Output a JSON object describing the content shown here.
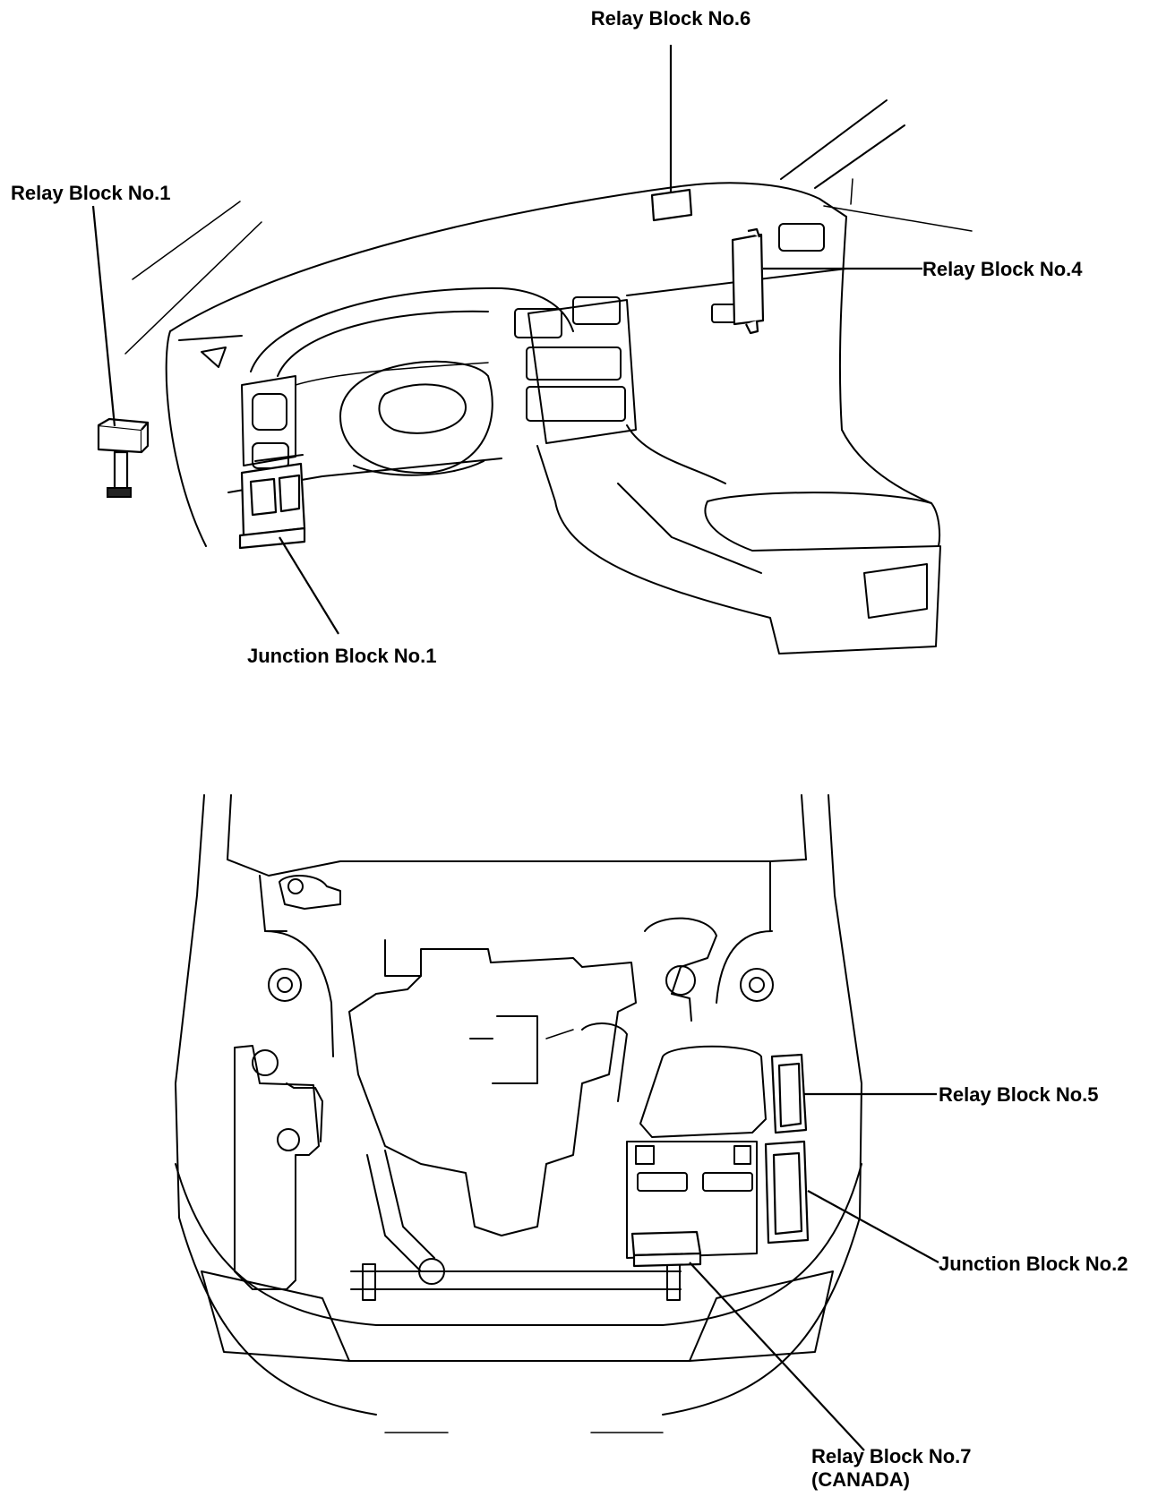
{
  "labels": {
    "relay_block_6": "Relay Block No.6",
    "relay_block_1": "Relay Block No.1",
    "relay_block_4": "Relay Block No.4",
    "junction_block_1": "Junction Block No.1",
    "relay_block_5": "Relay Block No.5",
    "junction_block_2": "Junction Block No.2",
    "relay_block_7": "Relay Block No.7",
    "relay_block_7_note": "(CANADA)"
  }
}
